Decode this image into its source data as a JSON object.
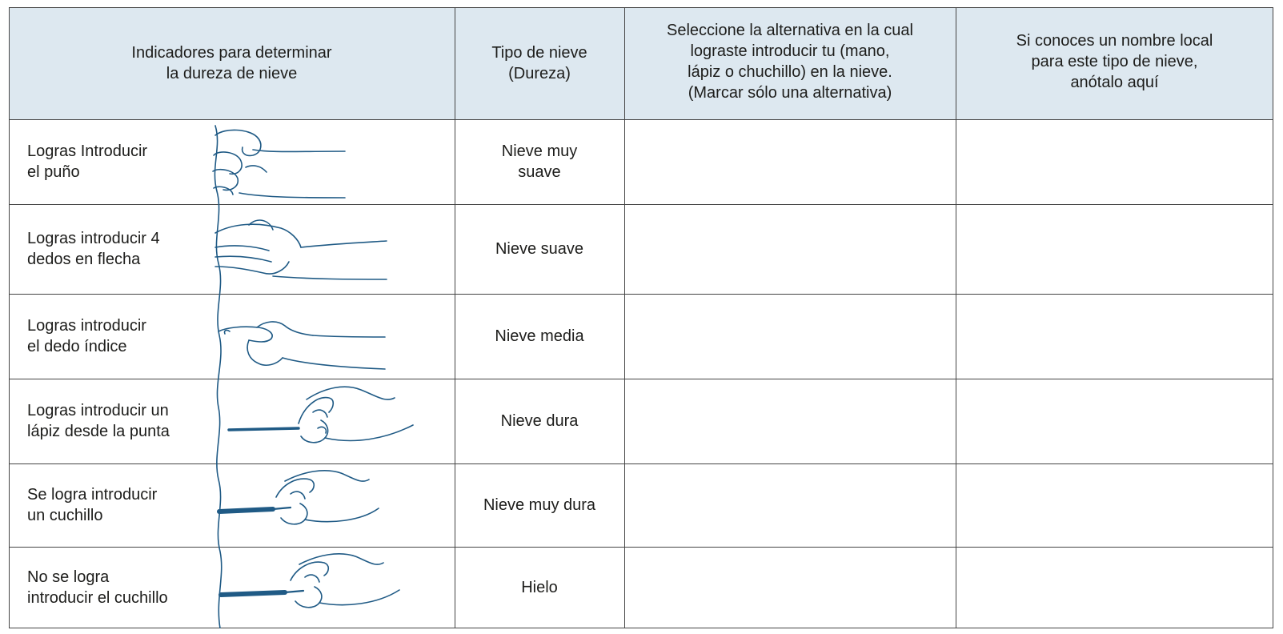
{
  "header": {
    "col1": "Indicadores para determinar\nla dureza de nieve",
    "col2": "Tipo de nieve\n(Dureza)",
    "col3": "Seleccione la alternativa en la cual\nlograste introducir tu (mano,\nlápiz o chuchillo) en la nieve.\n(Marcar sólo una alternativa)",
    "col4": "Si conoces un nombre local\npara este tipo de nieve,\nanótalo aquí"
  },
  "rows": [
    {
      "indicator": "Logras Introducir\nel puño",
      "type": "Nieve muy\nsuave",
      "icon": "fist-icon"
    },
    {
      "indicator": "Logras introducir 4\ndedos en flecha",
      "type": "Nieve suave",
      "icon": "four-fingers-icon"
    },
    {
      "indicator": "Logras introducir\nel dedo índice",
      "type": "Nieve media",
      "icon": "index-finger-icon"
    },
    {
      "indicator": "Logras introducir un\nlápiz desde la punta",
      "type": "Nieve dura",
      "icon": "pencil-hand-icon"
    },
    {
      "indicator": "Se logra introducir\nun cuchillo",
      "type": "Nieve muy dura",
      "icon": "knife-hand-icon"
    },
    {
      "indicator": "No se logra\nintroducir el cuchillo",
      "type": "Hielo",
      "icon": "knife-hand-icon"
    }
  ],
  "colors": {
    "header_bg": "#dde8f0",
    "line": "#444444",
    "illustration": "#1f5a85"
  }
}
